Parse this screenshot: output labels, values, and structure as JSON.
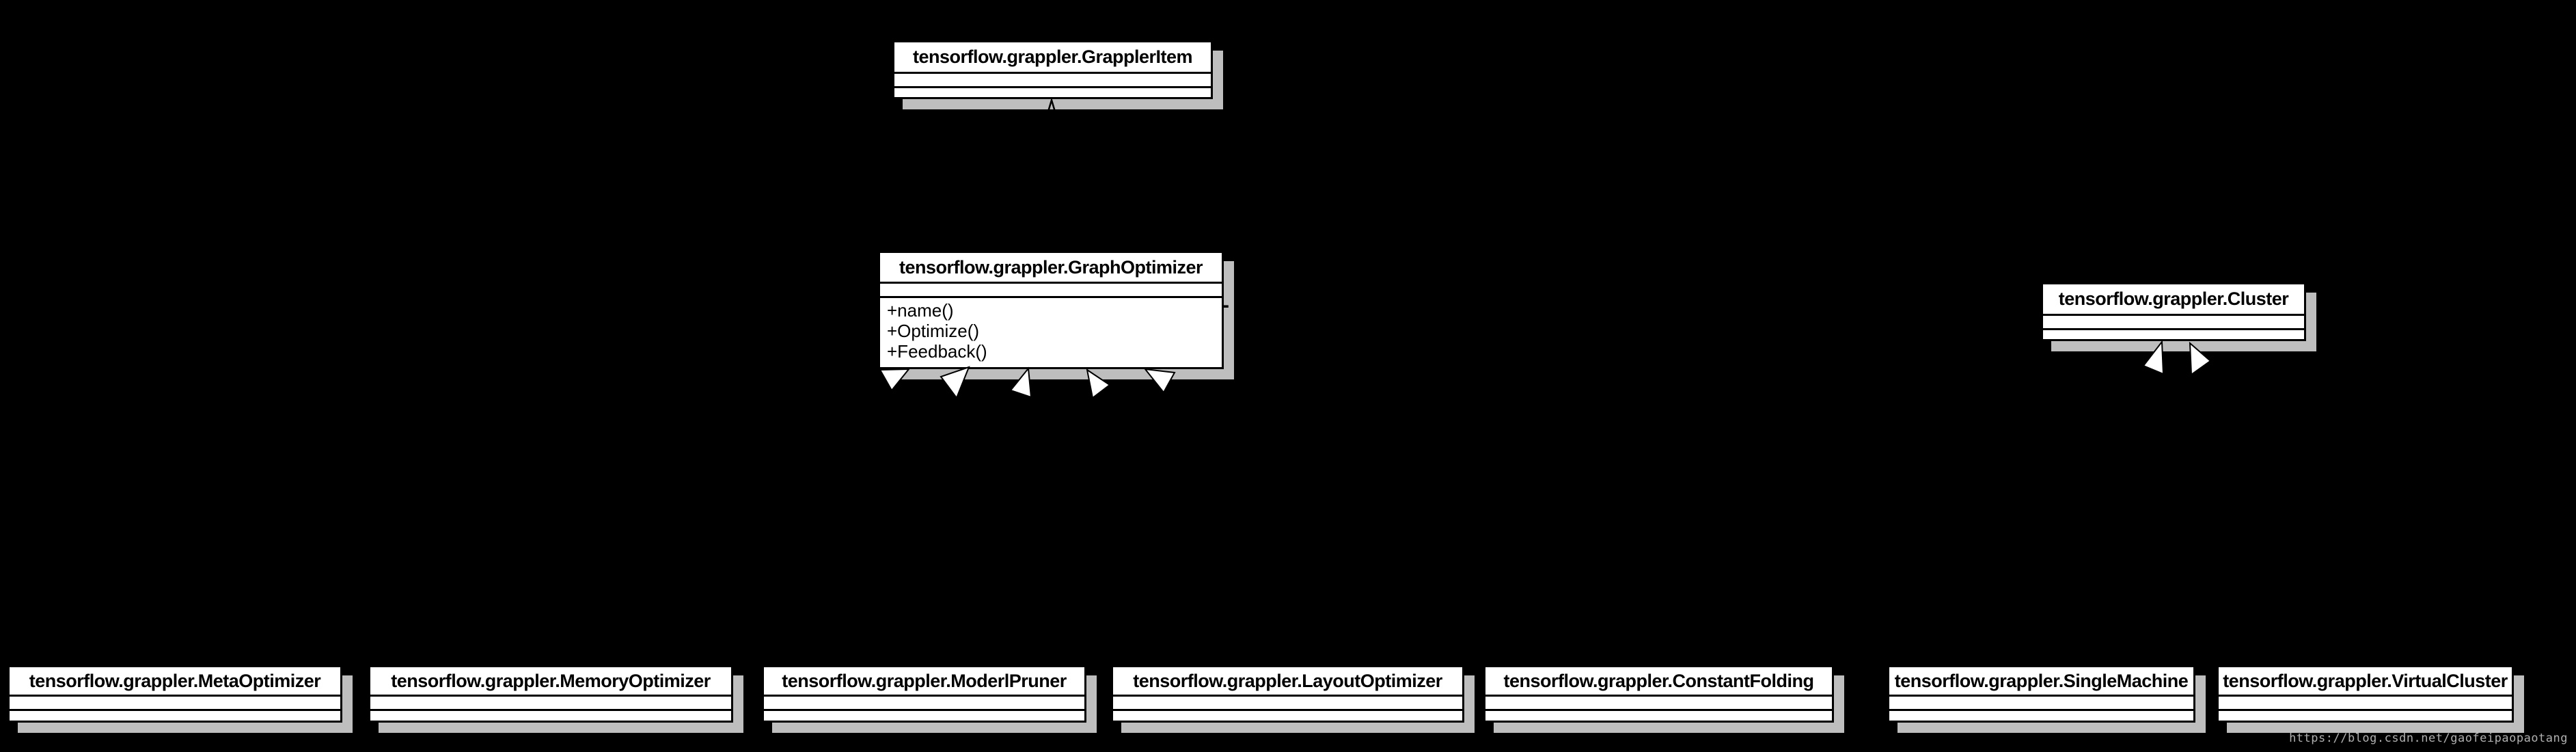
{
  "colors": {
    "background": "#000000",
    "box_fill": "#ffffff",
    "border_color": "#000000",
    "shadow_color": "#bebebe",
    "watermark_color": "#b0b0b0"
  },
  "classes": {
    "grappler_item": {
      "name": "tensorflow.grappler.GrapplerItem"
    },
    "graph_optimizer": {
      "name": "tensorflow.grappler.GraphOptimizer",
      "methods": [
        "+name()",
        "+Optimize()",
        "+Feedback()"
      ]
    },
    "cluster": {
      "name": "tensorflow.grappler.Cluster"
    },
    "meta_optimizer": {
      "name": "tensorflow.grappler.MetaOptimizer"
    },
    "memory_optimizer": {
      "name": "tensorflow.grappler.MemoryOptimizer"
    },
    "model_pruner": {
      "name": "tensorflow.grappler.ModerlPruner"
    },
    "layout_optimizer": {
      "name": "tensorflow.grappler.LayoutOptimizer"
    },
    "constant_folding": {
      "name": "tensorflow.grappler.ConstantFolding"
    },
    "single_machine": {
      "name": "tensorflow.grappler.SingleMachine"
    },
    "virtual_cluster": {
      "name": "tensorflow.grappler.VirtualCluster"
    }
  },
  "association_label": "-",
  "watermark": "https://blog.csdn.net/gaofeipaopaotang"
}
